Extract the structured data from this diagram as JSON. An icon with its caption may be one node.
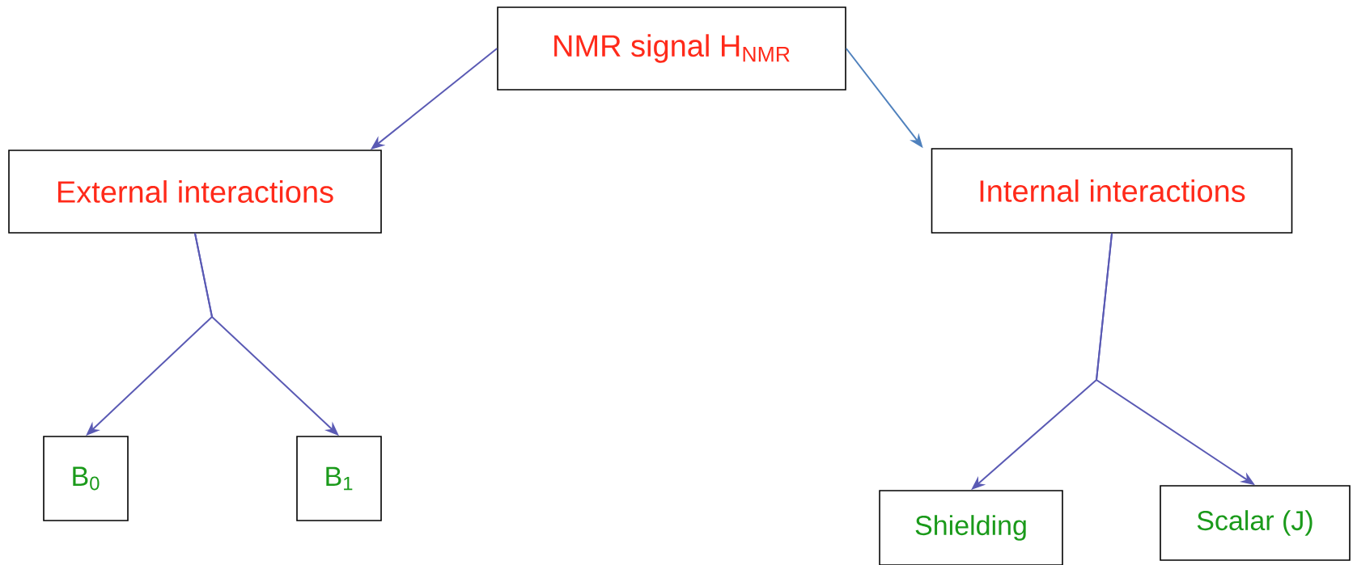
{
  "diagram": {
    "nodes": [
      {
        "text": [
          "NMR signal H$_{NMR}$"
        ]
      },
      {
        "text": [
          "External interactions"
        ]
      },
      {
        "text": [
          "Internal interactions"
        ]
      },
      {
        "text": [
          "B$_{0}$"
        ]
      },
      {
        "text": [
          "B$_{1}$"
        ]
      },
      {
        "text": [
          "Shielding"
        ]
      },
      {
        "text": [
          "Scalar (J)"
        ]
      }
    ],
    "edges": [
      {
        "from": 0,
        "to": 1,
        "arrow": "to"
      },
      {
        "from": 0,
        "to": 2,
        "arrow": "to",
        "color": "#4f81bd"
      },
      {
        "from": 1,
        "to": 3,
        "arrow": "to"
      },
      {
        "from": 1,
        "to": 4,
        "arrow": "to"
      },
      {
        "from": 2,
        "to": 5,
        "arrow": "to"
      },
      {
        "from": 2,
        "to": 6,
        "arrow": "to"
      }
    ]
  }
}
